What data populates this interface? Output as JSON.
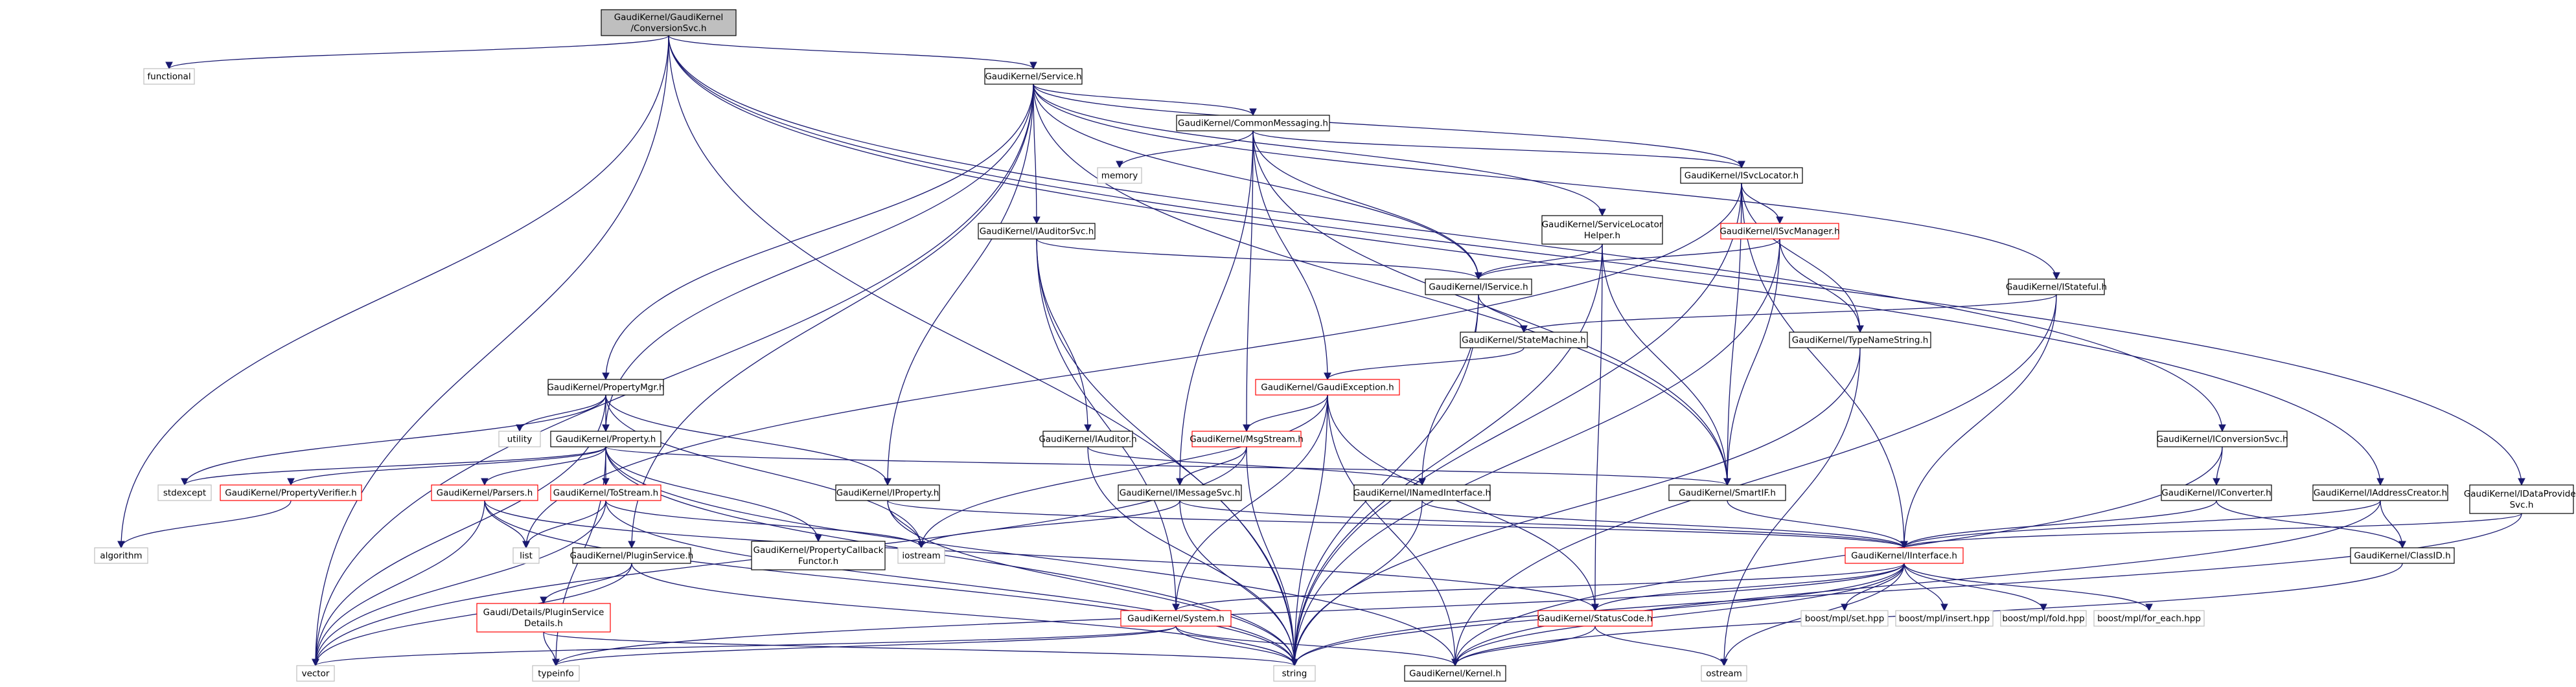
{
  "colors": {
    "edge": "#191970",
    "root_fill": "#bfbfbf",
    "root_stroke": "#000000",
    "normal_stroke": "#000000",
    "highlight_stroke": "#ff0000",
    "external_stroke": "#bfbfbf",
    "fill": "#ffffff"
  },
  "diagram": {
    "nodes": [
      {
        "id": "root",
        "lines": [
          "GaudiKernel/GaudiKernel",
          "/ConversionSvc.h"
        ],
        "kind": "root"
      },
      {
        "id": "functional",
        "lines": [
          "functional"
        ],
        "kind": "external"
      },
      {
        "id": "service",
        "lines": [
          "GaudiKernel/Service.h"
        ],
        "kind": "normal"
      },
      {
        "id": "conversionsvc_i",
        "lines": [
          "GaudiKernel/IConversionSvc.h"
        ],
        "kind": "normal"
      },
      {
        "id": "addresscreator",
        "lines": [
          "GaudiKernel/IAddressCreator.h"
        ],
        "kind": "normal"
      },
      {
        "id": "dataprovider",
        "lines": [
          "GaudiKernel/IDataProvider",
          "Svc.h"
        ],
        "kind": "normal"
      },
      {
        "id": "commonmessaging",
        "lines": [
          "GaudiKernel/CommonMessaging.h"
        ],
        "kind": "normal"
      },
      {
        "id": "memory",
        "lines": [
          "memory"
        ],
        "kind": "external"
      },
      {
        "id": "isvclocator",
        "lines": [
          "GaudiKernel/ISvcLocator.h"
        ],
        "kind": "normal"
      },
      {
        "id": "iauditorsvc",
        "lines": [
          "GaudiKernel/IAuditorSvc.h"
        ],
        "kind": "normal"
      },
      {
        "id": "servicelocator",
        "lines": [
          "GaudiKernel/ServiceLocator",
          "Helper.h"
        ],
        "kind": "normal"
      },
      {
        "id": "isvcmanager",
        "lines": [
          "GaudiKernel/ISvcManager.h"
        ],
        "kind": "highlight"
      },
      {
        "id": "iservice",
        "lines": [
          "GaudiKernel/IService.h"
        ],
        "kind": "normal"
      },
      {
        "id": "istateful",
        "lines": [
          "GaudiKernel/IStateful.h"
        ],
        "kind": "normal"
      },
      {
        "id": "statemachine",
        "lines": [
          "GaudiKernel/StateMachine.h"
        ],
        "kind": "normal"
      },
      {
        "id": "typenamestring",
        "lines": [
          "GaudiKernel/TypeNameString.h"
        ],
        "kind": "normal"
      },
      {
        "id": "gaudiexception",
        "lines": [
          "GaudiKernel/GaudiException.h"
        ],
        "kind": "highlight"
      },
      {
        "id": "propertymgr",
        "lines": [
          "GaudiKernel/PropertyMgr.h"
        ],
        "kind": "normal"
      },
      {
        "id": "utility",
        "lines": [
          "utility"
        ],
        "kind": "external"
      },
      {
        "id": "property",
        "lines": [
          "GaudiKernel/Property.h"
        ],
        "kind": "normal"
      },
      {
        "id": "iauditor",
        "lines": [
          "GaudiKernel/IAuditor.h"
        ],
        "kind": "normal"
      },
      {
        "id": "msgstream",
        "lines": [
          "GaudiKernel/MsgStream.h"
        ],
        "kind": "highlight"
      },
      {
        "id": "iconversionsvc2",
        "lines": [
          "GaudiKernel/IConversionSvc.h"
        ],
        "kind": "normal"
      },
      {
        "id": "iconverter",
        "lines": [
          "GaudiKernel/IConverter.h"
        ],
        "kind": "normal"
      },
      {
        "id": "iaddresscreator2",
        "lines": [
          "GaudiKernel/IAddressCreator.h"
        ],
        "kind": "normal"
      },
      {
        "id": "idataprovider2",
        "lines": [
          "GaudiKernel/IDataProvider",
          "Svc.h"
        ],
        "kind": "normal"
      },
      {
        "id": "stdexcept",
        "lines": [
          "stdexcept"
        ],
        "kind": "external"
      },
      {
        "id": "propertyverifier",
        "lines": [
          "GaudiKernel/PropertyVerifier.h"
        ],
        "kind": "highlight"
      },
      {
        "id": "parsers",
        "lines": [
          "GaudiKernel/Parsers.h"
        ],
        "kind": "highlight"
      },
      {
        "id": "tostream",
        "lines": [
          "GaudiKernel/ToStream.h"
        ],
        "kind": "highlight"
      },
      {
        "id": "iproperty",
        "lines": [
          "GaudiKernel/IProperty.h"
        ],
        "kind": "normal"
      },
      {
        "id": "imessagesvc",
        "lines": [
          "GaudiKernel/IMessageSvc.h"
        ],
        "kind": "normal"
      },
      {
        "id": "inamedinterface",
        "lines": [
          "GaudiKernel/INamedInterface.h"
        ],
        "kind": "normal"
      },
      {
        "id": "smartif",
        "lines": [
          "GaudiKernel/SmartIF.h"
        ],
        "kind": "normal"
      },
      {
        "id": "algorithm",
        "lines": [
          "algorithm"
        ],
        "kind": "external"
      },
      {
        "id": "list",
        "lines": [
          "list"
        ],
        "kind": "external"
      },
      {
        "id": "pluginservice",
        "lines": [
          "GaudiKernel/PluginService.h"
        ],
        "kind": "normal"
      },
      {
        "id": "propertycallback",
        "lines": [
          "GaudiKernel/PropertyCallback",
          "Functor.h"
        ],
        "kind": "normal"
      },
      {
        "id": "iostream",
        "lines": [
          "iostream"
        ],
        "kind": "external"
      },
      {
        "id": "iinterface",
        "lines": [
          "GaudiKernel/IInterface.h"
        ],
        "kind": "highlight"
      },
      {
        "id": "classid",
        "lines": [
          "GaudiKernel/ClassID.h"
        ],
        "kind": "normal"
      },
      {
        "id": "gaudidetails",
        "lines": [
          "Gaudi/Details/PluginService",
          "Details.h"
        ],
        "kind": "highlight"
      },
      {
        "id": "system",
        "lines": [
          "GaudiKernel/System.h"
        ],
        "kind": "highlight"
      },
      {
        "id": "statuscode",
        "lines": [
          "GaudiKernel/StatusCode.h"
        ],
        "kind": "highlight"
      },
      {
        "id": "boostset",
        "lines": [
          "boost/mpl/set.hpp"
        ],
        "kind": "external"
      },
      {
        "id": "boostinsert",
        "lines": [
          "boost/mpl/insert.hpp"
        ],
        "kind": "external"
      },
      {
        "id": "boostfold",
        "lines": [
          "boost/mpl/fold.hpp"
        ],
        "kind": "external"
      },
      {
        "id": "boostforeach",
        "lines": [
          "boost/mpl/for_each.hpp"
        ],
        "kind": "external"
      },
      {
        "id": "vector",
        "lines": [
          "vector"
        ],
        "kind": "external"
      },
      {
        "id": "typeinfo",
        "lines": [
          "typeinfo"
        ],
        "kind": "external"
      },
      {
        "id": "string",
        "lines": [
          "string"
        ],
        "kind": "external"
      },
      {
        "id": "kernel",
        "lines": [
          "GaudiKernel/Kernel.h"
        ],
        "kind": "normal"
      },
      {
        "id": "ostream",
        "lines": [
          "ostream"
        ],
        "kind": "external"
      }
    ],
    "edges": [
      [
        "root",
        "functional"
      ],
      [
        "root",
        "service"
      ],
      [
        "root",
        "conversionsvc_i"
      ],
      [
        "root",
        "addresscreator"
      ],
      [
        "root",
        "dataprovider"
      ],
      [
        "root",
        "vector"
      ],
      [
        "root",
        "algorithm"
      ],
      [
        "root",
        "string"
      ],
      [
        "service",
        "commonmessaging"
      ],
      [
        "service",
        "isvclocator"
      ],
      [
        "service",
        "iauditorsvc"
      ],
      [
        "service",
        "servicelocator"
      ],
      [
        "service",
        "iservice"
      ],
      [
        "service",
        "istateful"
      ],
      [
        "service",
        "propertymgr"
      ],
      [
        "service",
        "property"
      ],
      [
        "service",
        "iproperty"
      ],
      [
        "service",
        "smartif"
      ],
      [
        "service",
        "pluginservice"
      ],
      [
        "service",
        "vector"
      ],
      [
        "commonmessaging",
        "memory"
      ],
      [
        "commonmessaging",
        "isvclocator"
      ],
      [
        "commonmessaging",
        "iservice"
      ],
      [
        "commonmessaging",
        "gaudiexception"
      ],
      [
        "commonmessaging",
        "msgstream"
      ],
      [
        "commonmessaging",
        "imessagesvc"
      ],
      [
        "commonmessaging",
        "smartif"
      ],
      [
        "isvclocator",
        "isvcmanager"
      ],
      [
        "isvclocator",
        "typenamestring"
      ],
      [
        "isvclocator",
        "smartif"
      ],
      [
        "isvclocator",
        "iinterface"
      ],
      [
        "isvclocator",
        "list"
      ],
      [
        "isvclocator",
        "string"
      ],
      [
        "isvcmanager",
        "iservice"
      ],
      [
        "isvcmanager",
        "typenamestring"
      ],
      [
        "isvcmanager",
        "smartif"
      ],
      [
        "isvcmanager",
        "string"
      ],
      [
        "servicelocator",
        "iservice"
      ],
      [
        "servicelocator",
        "smartif"
      ],
      [
        "servicelocator",
        "statuscode"
      ],
      [
        "servicelocator",
        "string"
      ],
      [
        "iauditorsvc",
        "iservice"
      ],
      [
        "iauditorsvc",
        "iauditor"
      ],
      [
        "iauditorsvc",
        "system"
      ],
      [
        "iauditorsvc",
        "string"
      ],
      [
        "iservice",
        "statemachine"
      ],
      [
        "iservice",
        "inamedinterface"
      ],
      [
        "iservice",
        "string"
      ],
      [
        "istateful",
        "statemachine"
      ],
      [
        "istateful",
        "iinterface"
      ],
      [
        "istateful",
        "kernel"
      ],
      [
        "statemachine",
        "gaudiexception"
      ],
      [
        "typenamestring",
        "ostream"
      ],
      [
        "typenamestring",
        "string"
      ],
      [
        "gaudiexception",
        "msgstream"
      ],
      [
        "gaudiexception",
        "system"
      ],
      [
        "gaudiexception",
        "statuscode"
      ],
      [
        "gaudiexception",
        "iostream"
      ],
      [
        "gaudiexception",
        "string"
      ],
      [
        "gaudiexception",
        "kernel"
      ],
      [
        "msgstream",
        "imessagesvc"
      ],
      [
        "msgstream",
        "string"
      ],
      [
        "msgstream",
        "vector"
      ],
      [
        "propertymgr",
        "property"
      ],
      [
        "propertymgr",
        "iproperty"
      ],
      [
        "propertymgr",
        "utility"
      ],
      [
        "propertymgr",
        "stdexcept"
      ],
      [
        "propertymgr",
        "vector"
      ],
      [
        "propertymgr",
        "iostream"
      ],
      [
        "property",
        "propertyverifier"
      ],
      [
        "property",
        "parsers"
      ],
      [
        "property",
        "tostream"
      ],
      [
        "property",
        "propertycallback"
      ],
      [
        "property",
        "smartif"
      ],
      [
        "property",
        "stdexcept"
      ],
      [
        "property",
        "typeinfo"
      ],
      [
        "property",
        "string"
      ],
      [
        "property",
        "kernel"
      ],
      [
        "propertyverifier",
        "algorithm"
      ],
      [
        "parsers",
        "list"
      ],
      [
        "parsers",
        "vector"
      ],
      [
        "parsers",
        "statuscode"
      ],
      [
        "parsers",
        "string"
      ],
      [
        "tostream",
        "list"
      ],
      [
        "tostream",
        "vector"
      ],
      [
        "tostream",
        "iostream"
      ],
      [
        "tostream",
        "string"
      ],
      [
        "iproperty",
        "iinterface"
      ],
      [
        "iproperty",
        "iostream"
      ],
      [
        "iproperty",
        "string"
      ],
      [
        "iauditor",
        "inamedinterface"
      ],
      [
        "iauditor",
        "string"
      ],
      [
        "imessagesvc",
        "iinterface"
      ],
      [
        "imessagesvc",
        "iostream"
      ],
      [
        "imessagesvc",
        "string"
      ],
      [
        "inamedinterface",
        "iinterface"
      ],
      [
        "inamedinterface",
        "string"
      ],
      [
        "smartif",
        "iinterface"
      ],
      [
        "pluginservice",
        "gaudidetails"
      ],
      [
        "pluginservice",
        "vector"
      ],
      [
        "pluginservice",
        "string"
      ],
      [
        "gaudidetails",
        "typeinfo"
      ],
      [
        "gaudidetails",
        "string"
      ],
      [
        "conversionsvc_i",
        "iconversionsvc2"
      ],
      [
        "iconversionsvc2",
        "iconverter"
      ],
      [
        "iconversionsvc2",
        "kernel"
      ],
      [
        "iconverter",
        "iinterface"
      ],
      [
        "iconverter",
        "classid"
      ],
      [
        "addresscreator",
        "iaddresscreator2"
      ],
      [
        "iaddresscreator2",
        "iinterface"
      ],
      [
        "iaddresscreator2",
        "classid"
      ],
      [
        "iaddresscreator2",
        "kernel"
      ],
      [
        "dataprovider",
        "idataprovider2"
      ],
      [
        "idataprovider2",
        "iinterface"
      ],
      [
        "idataprovider2",
        "string"
      ],
      [
        "classid",
        "kernel"
      ],
      [
        "iinterface",
        "system"
      ],
      [
        "iinterface",
        "statuscode"
      ],
      [
        "iinterface",
        "boostset"
      ],
      [
        "iinterface",
        "boostinsert"
      ],
      [
        "iinterface",
        "boostfold"
      ],
      [
        "iinterface",
        "boostforeach"
      ],
      [
        "iinterface",
        "kernel"
      ],
      [
        "iinterface",
        "typeinfo"
      ],
      [
        "iinterface",
        "ostream"
      ],
      [
        "iinterface",
        "string"
      ],
      [
        "system",
        "vector"
      ],
      [
        "system",
        "typeinfo"
      ],
      [
        "system",
        "string"
      ],
      [
        "system",
        "kernel"
      ],
      [
        "statuscode",
        "ostream"
      ],
      [
        "statuscode",
        "kernel"
      ]
    ]
  }
}
